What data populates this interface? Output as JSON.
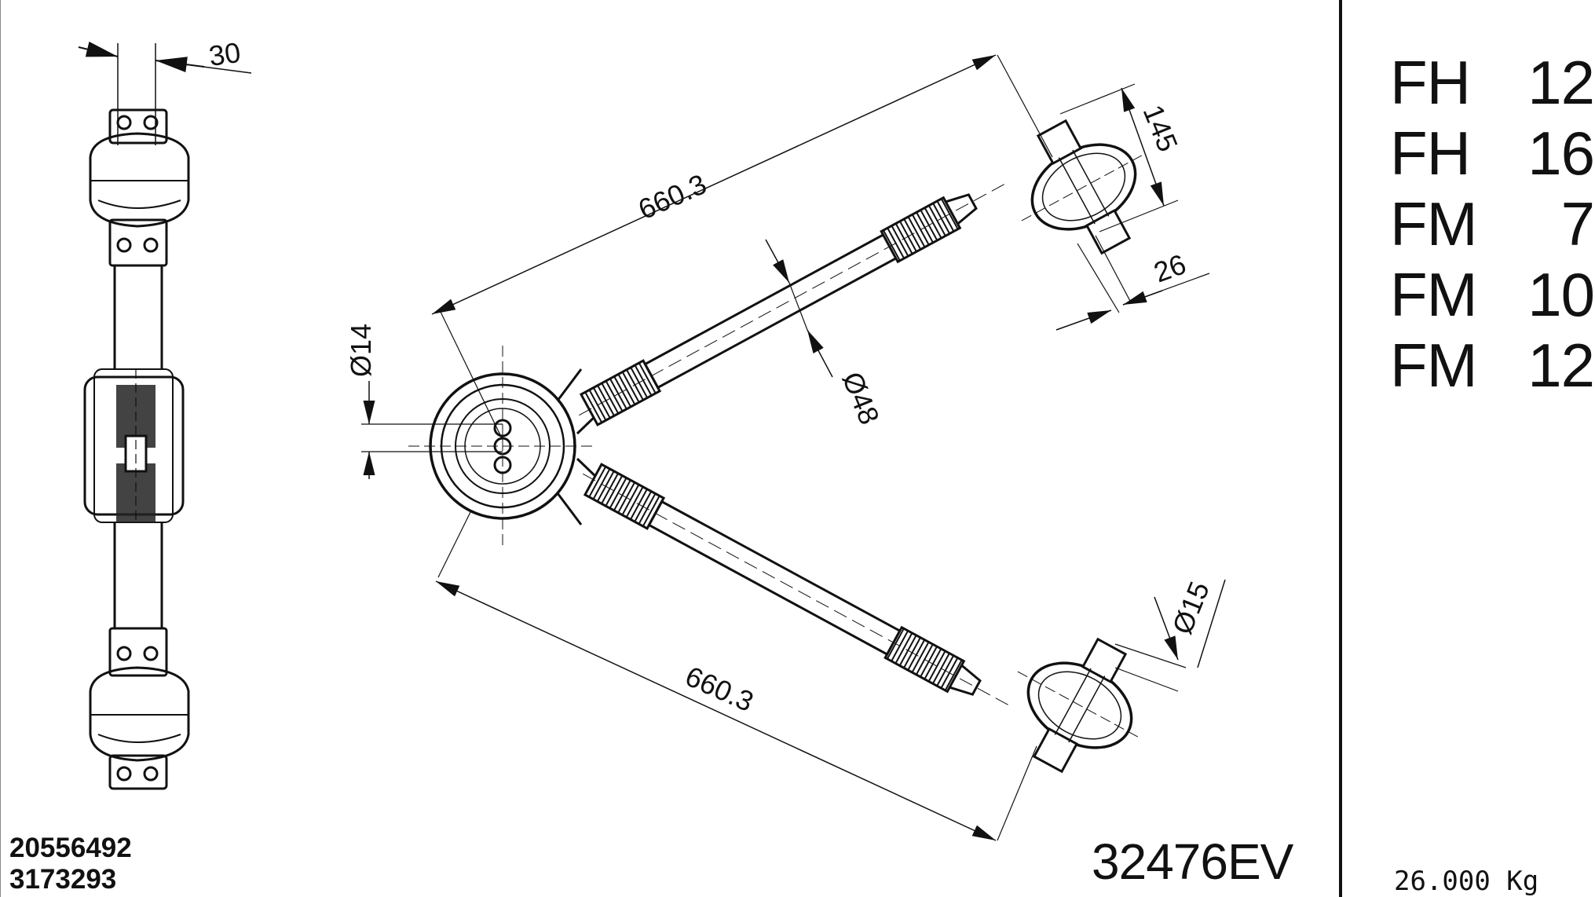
{
  "models": [
    {
      "series": "FH",
      "number": "12"
    },
    {
      "series": "FH",
      "number": "16"
    },
    {
      "series": "FM",
      "number": "7"
    },
    {
      "series": "FM",
      "number": "10"
    },
    {
      "series": "FM",
      "number": "12"
    }
  ],
  "part_numbers": [
    "20556492",
    "3173293"
  ],
  "reference_code": "32476EV",
  "weight": "26.000 Kg",
  "dimensions": {
    "top_width": "30",
    "arm_length_upper": "660.3",
    "arm_length_lower": "660.3",
    "bush_height": "145",
    "pin_diameter_upper": "26",
    "tube_diameter": "Ø48",
    "center_hole": "Ø14",
    "pin_diameter_lower": "Ø15"
  }
}
